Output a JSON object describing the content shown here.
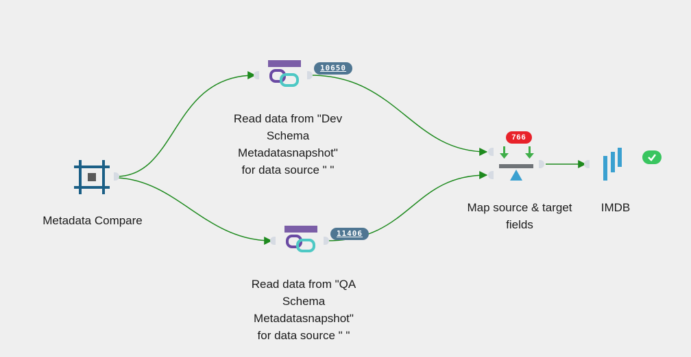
{
  "nodes": {
    "metadata_compare": {
      "label": "Metadata Compare",
      "icon": "grid-frame-icon"
    },
    "read_dev": {
      "label_lines": [
        "Read data from \"Dev",
        "Schema",
        "Metadatasnapshot\"",
        "for data source \" \""
      ],
      "icon": "read-link-icon",
      "row_count": "10650"
    },
    "read_qa": {
      "label_lines": [
        "Read data from \"QA",
        "Schema",
        "Metadatasnapshot\"",
        "for data source \" \""
      ],
      "icon": "read-link-icon",
      "row_count": "11406"
    },
    "map_fields": {
      "label_lines": [
        "Map source & target",
        "fields"
      ],
      "icon": "balance-scale-icon",
      "count": "766"
    },
    "imdb": {
      "label": "IMDB",
      "icon": "bars-icon",
      "status": "check-icon"
    }
  },
  "colors": {
    "edge": "#1e8a1e",
    "grid_icon": "#1b5f86",
    "purple": "#7b5ea7",
    "teal": "#4dc8c4",
    "badge_blue": "#4f7692",
    "badge_red": "#e8222a",
    "imdb_blue": "#3aa0d0",
    "ok_green": "#39c55f"
  }
}
